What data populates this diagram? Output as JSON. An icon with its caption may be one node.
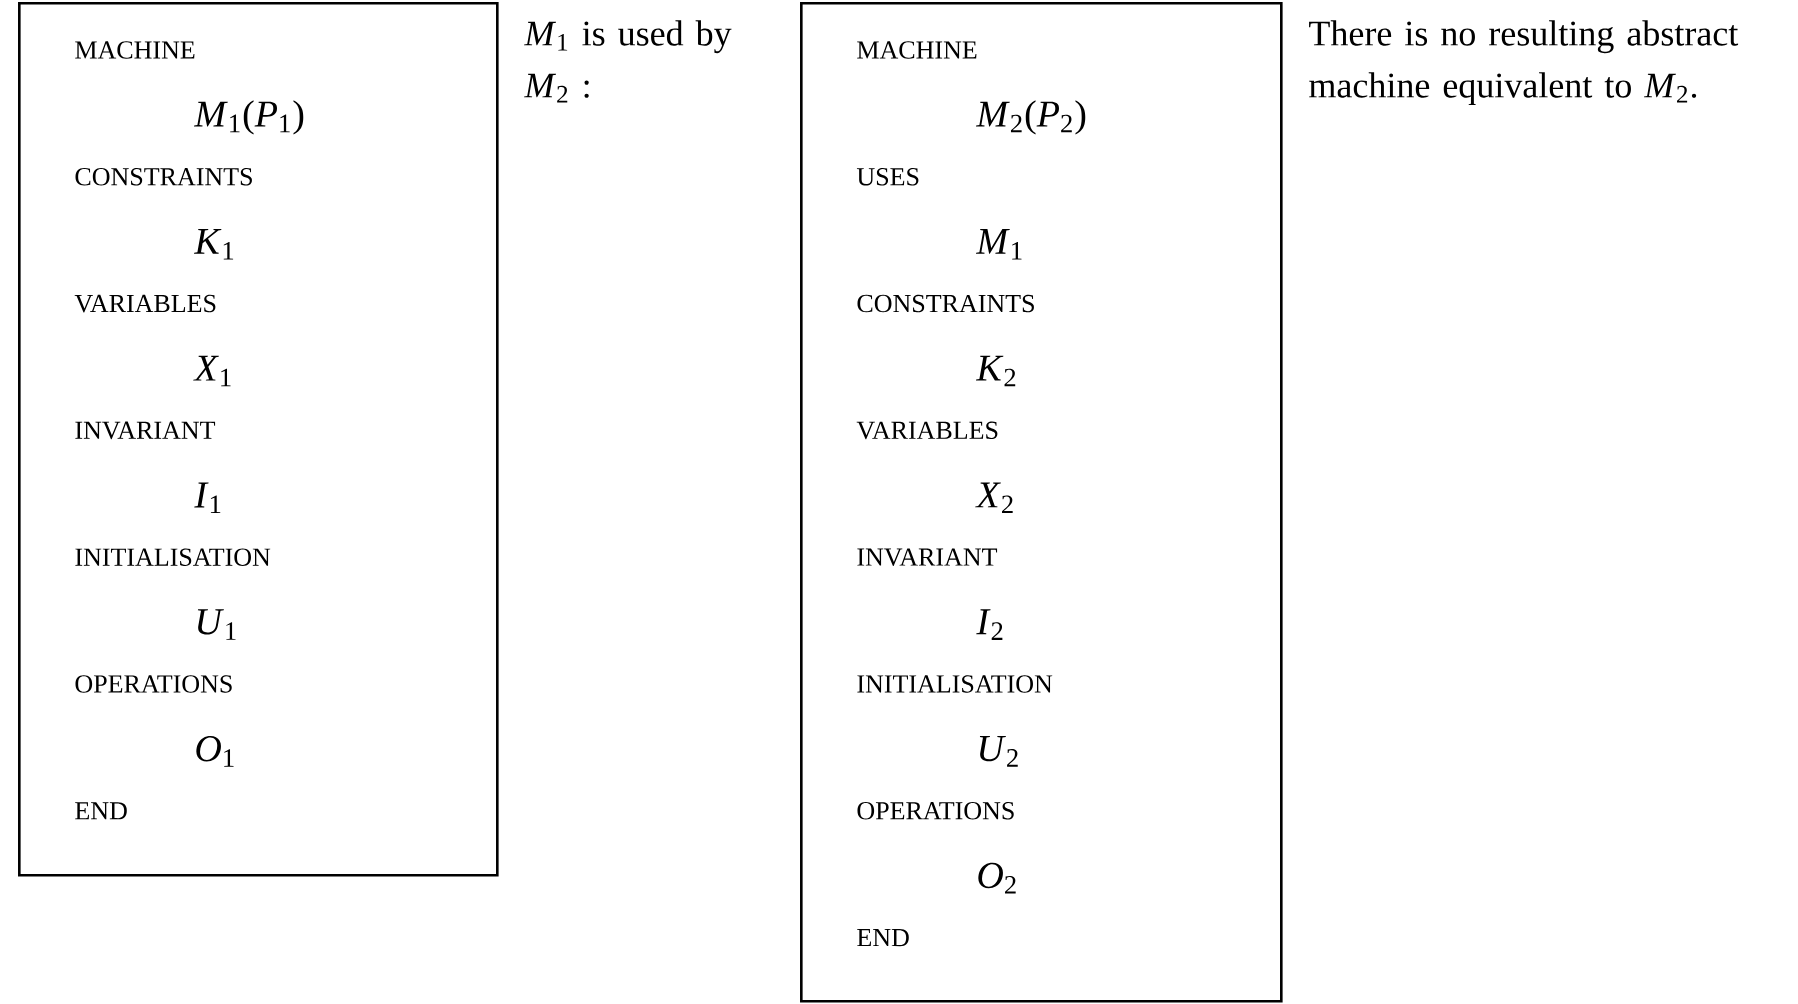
{
  "diagram": {
    "nodes": [
      {
        "text": [
          "MACHINE",
          "*M*$_{1}$(*P*$_{1}$)",
          "CONSTRAINTS",
          "*K*$_{1}$",
          "VARIABLES",
          "*X*$_{1}$",
          "INVARIANT",
          "*I*$_{1}$",
          "INITIALISATION",
          "*U*$_{1}$",
          "OPERATIONS",
          "*O*$_{1}$",
          "END"
        ]
      },
      {
        "text": [
          "MACHINE",
          "*M*$_{2}$(*P*$_{2}$)",
          "USES",
          "*M*$_{1}$",
          "CONSTRAINTS",
          "*K*$_{2}$",
          "VARIABLES",
          "*X*$_{2}$",
          "INVARIANT",
          "*I*$_{2}$",
          "INITIALISATION",
          "*U*$_{2}$",
          "OPERATIONS",
          "*O*$_{2}$",
          "END"
        ]
      }
    ],
    "labels": [
      "*M*$_{1}$ is used by *M*$_{2}$ :",
      "There is no resulting abstract machine equivalent to *M*$_{2}$."
    ]
  }
}
